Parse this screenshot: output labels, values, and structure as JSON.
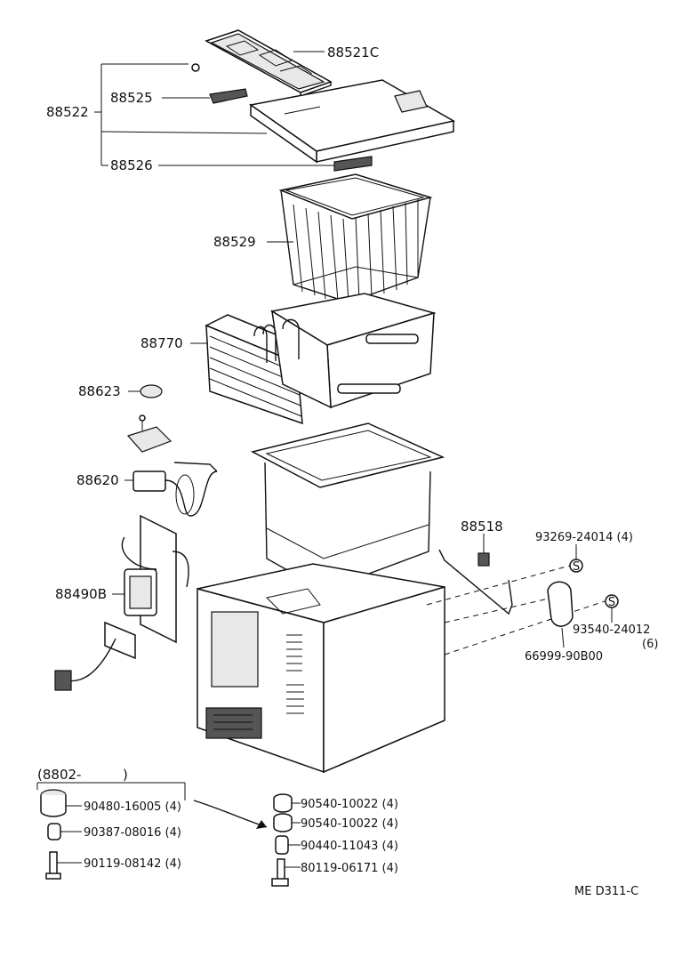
{
  "diagram": {
    "callouts": {
      "p88521c": "88521C",
      "p88522": "88522",
      "p88525": "88525",
      "p88526": "88526",
      "p88529": "88529",
      "p88770": "88770",
      "p88623": "88623",
      "p88620": "88620",
      "p88490b": "88490B",
      "p88518": "88518",
      "p93269": "93269-24014 (4)",
      "p93540": "93540-24012",
      "p93540_qty": "(6)",
      "p66999": "66999-90B00",
      "p90480": "90480-16005 (4)",
      "p90387": "90387-08016 (4)",
      "p90119a": "90119-08142 (4)",
      "p90540a": "90540-10022 (4)",
      "p90540b": "90540-10022 (4)",
      "p90440": "90440-11043 (4)",
      "p80119": "80119-06171 (4)"
    },
    "date_group_label": "(8802-",
    "date_group_close": ")",
    "screw_symbol": "S",
    "drawing_code": "ME D311-C"
  }
}
